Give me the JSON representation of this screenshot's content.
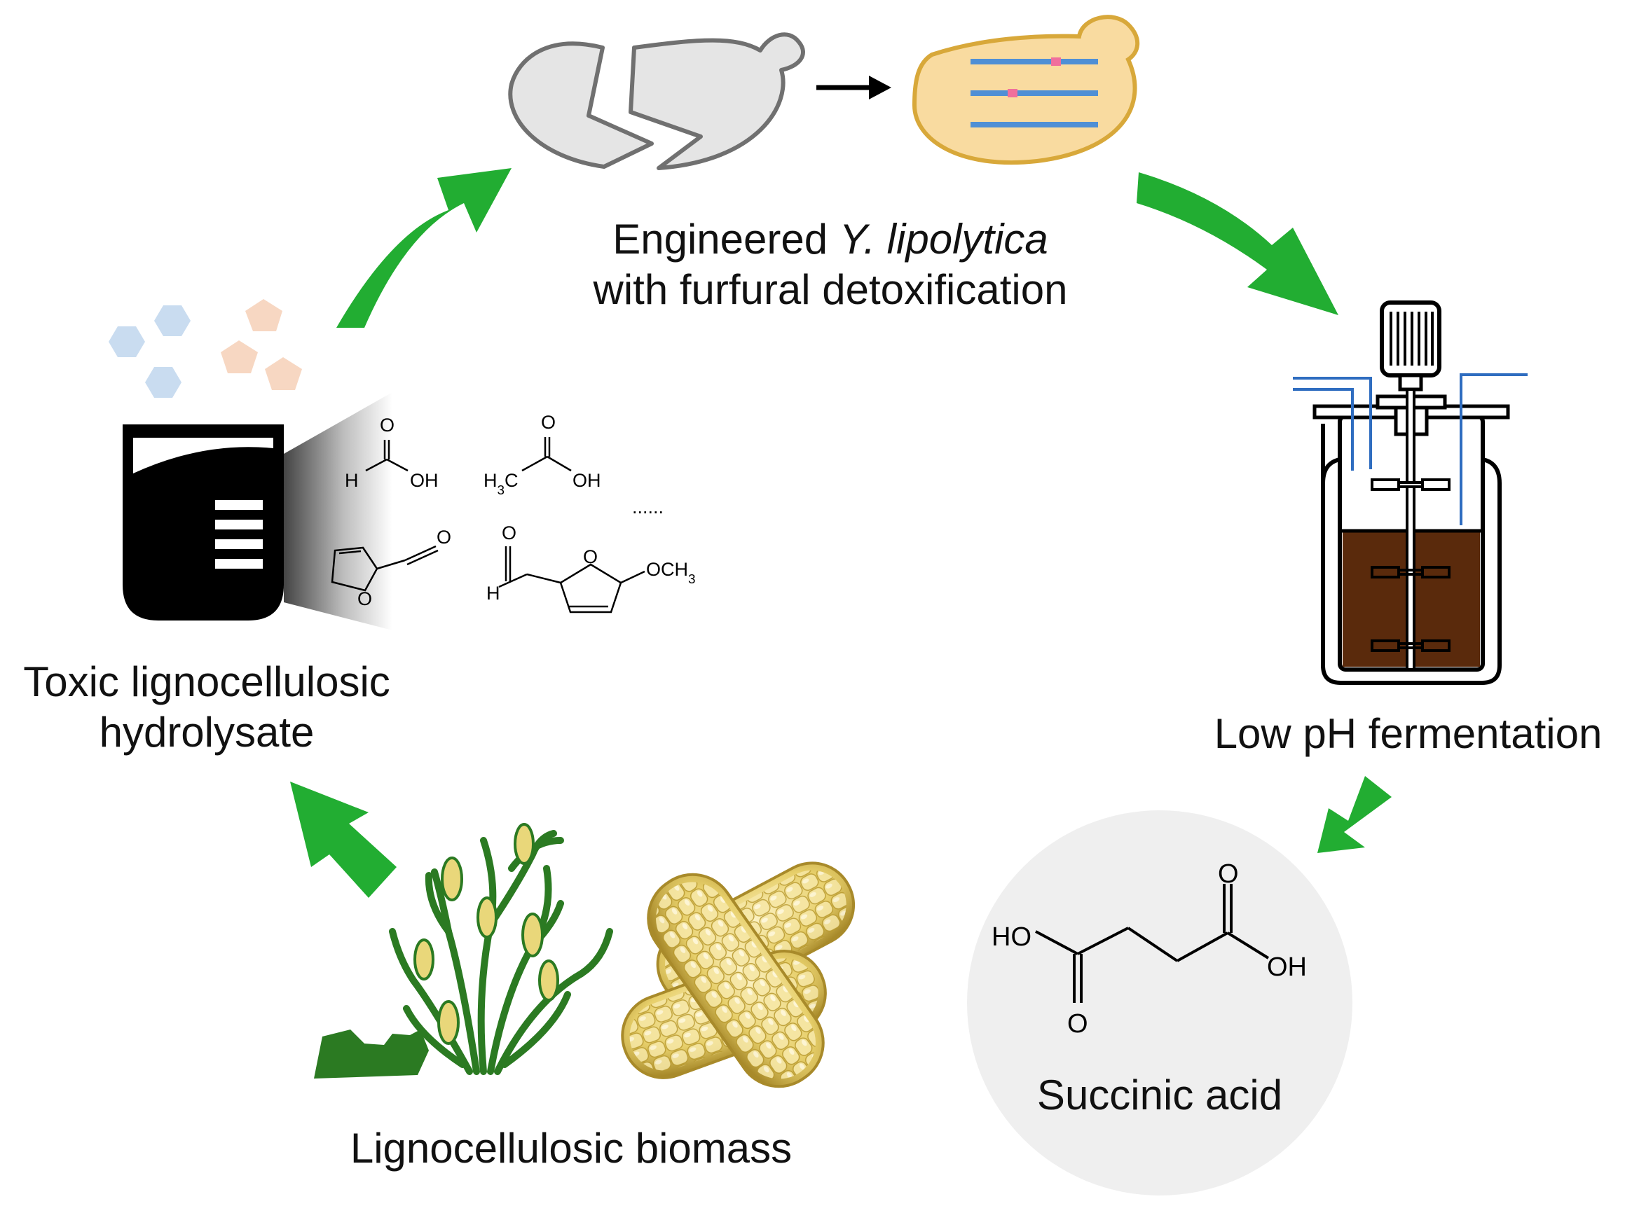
{
  "labels": {
    "engineered_prefix": "Engineered ",
    "engineered_species": "Y. lipolytica",
    "engineered_line2": "with furfural detoxification",
    "fermentation": "Low pH fermentation",
    "product": "Succinic acid",
    "biomass": "Lignocellulosic biomass",
    "hydrolysate_line1": "Toxic lignocellulosic",
    "hydrolysate_line2": "hydrolysate"
  },
  "chemistry": {
    "formic_acid": {
      "h": "H",
      "o_top": "O",
      "oh": "OH"
    },
    "acetic_acid": {
      "h3c": "H3C",
      "o_top": "O",
      "oh": "OH"
    },
    "furfural": {
      "o_ring": "O",
      "o_ald": "O"
    },
    "hmf_methoxy": {
      "h": "H",
      "o_ald": "O",
      "o_ring": "O",
      "och3": "OCH3"
    },
    "ellipsis": "......",
    "succinic_acid": {
      "ho": "HO",
      "oh": "OH",
      "o_top": "O",
      "o_bottom": "O"
    }
  },
  "colors": {
    "process_arrow": "#22ad32",
    "engineered_cell_fill": "#f9dba0",
    "engineered_cell_stroke": "#d8a83a",
    "dna_strand": "#4f8fd5",
    "mutation_mark": "#f06f9c",
    "wild_cell_fill": "#e5e5e5",
    "wild_cell_stroke": "#707070",
    "broth": "#5a2a0c",
    "reactor_pipe": "#2f6dc0",
    "sugar_hexagon": "#c9dcf0",
    "sugar_pentagon": "#f7d7c2",
    "product_circle": "#efefef",
    "plant_green": "#2b7a22",
    "corn_yellow": "#e9d77a"
  },
  "icons": [
    "broken-yeast-cell-icon",
    "engineered-yeast-cell-icon",
    "bioreactor-icon",
    "beaker-icon",
    "corn-plant-icon",
    "corn-cob-icon",
    "hexose-icon",
    "pentose-icon"
  ]
}
